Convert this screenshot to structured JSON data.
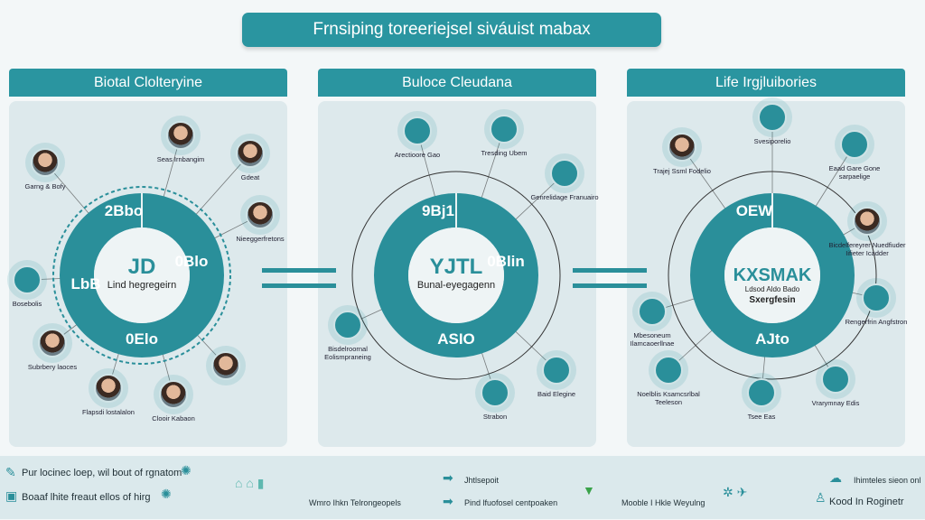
{
  "title": "Frnsiping toreeriejsel siváuist mabax",
  "colors": {
    "accent": "#2a95a0",
    "panel": "#dde9ec",
    "ring": "#2a8f9a"
  },
  "panels": [
    {
      "header": "Biotal Clolteryine",
      "center_logo": "JD",
      "center_label": "Lind hegregeirn",
      "center_sub": "",
      "segments": [
        "2Bbo",
        "0Blo",
        "0Elo",
        "LbB"
      ],
      "nodes": [
        {
          "label": "Garng & Bofy",
          "type": "person"
        },
        {
          "label": "Seas Irnbangim",
          "type": "person"
        },
        {
          "label": "Gdeat",
          "type": "person"
        },
        {
          "label": "Nieeggerfretons",
          "type": "person"
        },
        {
          "label": "Bosebolis",
          "type": "icon"
        },
        {
          "label": "Subrbery laoces",
          "type": "person"
        },
        {
          "label": "Flapsdi lostalalon",
          "type": "person"
        },
        {
          "label": "Clooir Kabaon",
          "type": "person"
        },
        {
          "label": "",
          "type": "person"
        }
      ]
    },
    {
      "header": "Buloce Cleudana",
      "center_logo": "YJTL",
      "center_label": "Bunal-eyegagenn",
      "center_sub": "",
      "segments": [
        "9Bj1",
        "0Blin",
        "ASIO",
        ""
      ],
      "nodes": [
        {
          "label": "Arectioore Gao",
          "type": "icon"
        },
        {
          "label": "Tresding Ubem",
          "type": "icon"
        },
        {
          "label": "Genrelidage Franuairo",
          "type": "icon"
        },
        {
          "label": "Bisdelroornal Eolismpraneing",
          "type": "icon"
        },
        {
          "label": "Baid Elegine",
          "type": "icon"
        },
        {
          "label": "Strabon",
          "type": "icon"
        }
      ]
    },
    {
      "header": "Life Irgjluibories",
      "center_logo": "KXSMAK",
      "center_label": "Ldsod Aldo Bado",
      "center_sub": "Sxergfesin",
      "segments": [
        "OEW",
        "",
        "AJto",
        ""
      ],
      "nodes": [
        {
          "label": "Svesiporelio",
          "type": "icon"
        },
        {
          "label": "Trajej Ssml Fodelio",
          "type": "person"
        },
        {
          "label": "Eaad Gare Gone sarpaelige",
          "type": "icon"
        },
        {
          "label": "Bicdelfereyrer Nuedfiuder Iifieter Icadder",
          "type": "person"
        },
        {
          "label": "Rengerfrin Angfstron",
          "type": "icon"
        },
        {
          "label": "Mbesoneum Ilamcaoerllnae",
          "type": "icon"
        },
        {
          "label": "Noelblis Ksamcsrlbal Teeleson",
          "type": "icon"
        },
        {
          "label": "Tsee Eas",
          "type": "icon"
        },
        {
          "label": "Vrarymnay Edis",
          "type": "icon"
        }
      ]
    }
  ],
  "bottom": {
    "items": [
      "Pur locinec loep, wil bout of rgnatom",
      "Boaaf lhite freaut ellos of hirg",
      "Wmro Ihkn Telrongeopels",
      "Jhtlsepoit",
      "Pind lfuofosel centpoaken",
      "Mooble I Hkle Weyulng",
      "Ihimteles sieon onl",
      "Kood In Roginetr"
    ]
  }
}
